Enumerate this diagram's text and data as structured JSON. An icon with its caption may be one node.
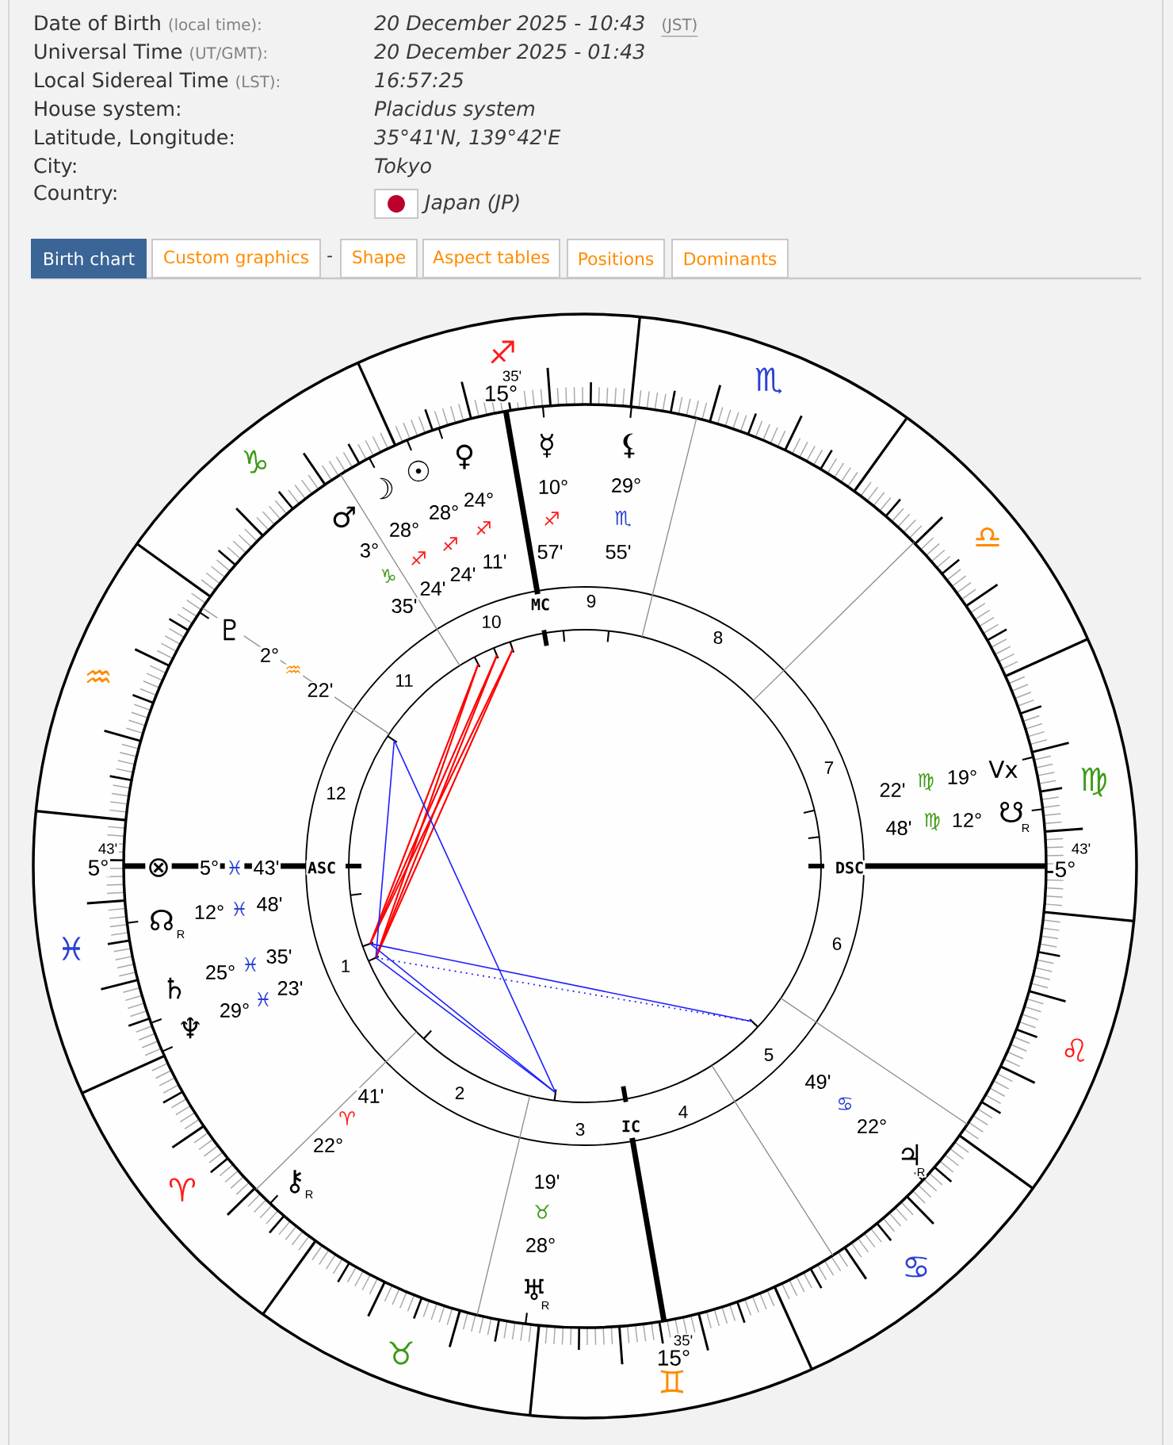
{
  "diagram": {
    "nodes": [
      {
        "text": [
          "Birth chart"
        ]
      },
      {
        "text": [
          "Custom graphics"
        ]
      },
      {
        "text": [
          "Shape"
        ]
      },
      {
        "text": [
          "Aspect tables"
        ]
      },
      {
        "text": [
          "Positions"
        ]
      },
      {
        "text": [
          "Dominants"
        ]
      }
    ],
    "labels": [
      "Date of Birth",
      "(local time):",
      "20 December 2025 - 10:43",
      "(JST)",
      "Universal Time",
      "(UT/GMT):",
      "20 December 2025 - 01:43",
      "Local Sidereal Time",
      "(LST):",
      "16:57:25",
      "House system:",
      "Placidus system",
      "Latitude, Longitude:",
      "35°41'N, 139°42'E",
      "City:",
      "Tokyo",
      "Country:",
      "Japan (JP)",
      "-",
      "♐",
      "35'",
      "♏",
      "15°",
      "☿",
      "⚸",
      "♀",
      "♑",
      "☉",
      "☽",
      "29°",
      "10°",
      "24°",
      "28°",
      "♂",
      "♐",
      "♏",
      "28°",
      "♐",
      "♎",
      "♐",
      "3°",
      "57'",
      "55'",
      "♐",
      "11'",
      "24'",
      "♑",
      "24'",
      "9",
      "MC",
      "35'",
      "10",
      "♇",
      "8",
      "2°",
      "♒",
      "♒",
      "11",
      "22'",
      "7",
      "Vx",
      "19°",
      "♍",
      "♍",
      "22'",
      "12",
      "☋",
      "R",
      "12°",
      "♍",
      "48'",
      "43'",
      "43'",
      "5°",
      "⊗",
      "5°",
      "♓",
      "43'",
      "ASC",
      "DSC",
      "5°",
      "48'",
      "♓",
      "12°",
      "☊",
      "R",
      "6",
      "♓",
      "35'",
      "♓",
      "1",
      "25°",
      "♄",
      "23'",
      "♓",
      "29°",
      "♆",
      "♌",
      "5",
      "49'",
      "2",
      "41'",
      "♋",
      "4",
      "♈",
      "22°",
      "3",
      "IC",
      "22°",
      "♃",
      "R",
      "⚷",
      "♈",
      "R",
      "19'",
      "♉",
      "28°",
      "♋",
      "♅",
      "R",
      "35'",
      "♉",
      "15°",
      "♊"
    ]
  }
}
